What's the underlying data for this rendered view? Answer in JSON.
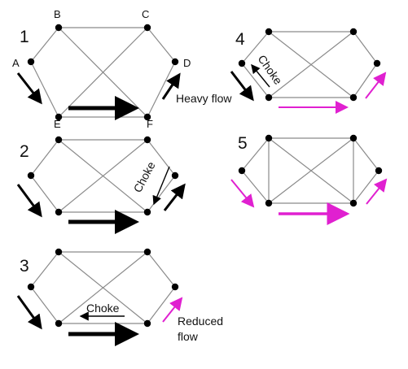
{
  "colors": {
    "edge": "#8a8a8a",
    "node": "#000000",
    "arrow": "#000000",
    "accent": "#e020d0"
  },
  "panels": [
    {
      "number": "1",
      "node_labels": [
        "A",
        "B",
        "C",
        "D",
        "E",
        "F"
      ],
      "annotations": [
        "Heavy flow"
      ]
    },
    {
      "number": "2",
      "annotations": [
        "Choke"
      ]
    },
    {
      "number": "3",
      "annotations": [
        "Choke",
        "Reduced",
        "flow"
      ]
    },
    {
      "number": "4",
      "annotations": [
        "Choke"
      ]
    },
    {
      "number": "5"
    }
  ]
}
